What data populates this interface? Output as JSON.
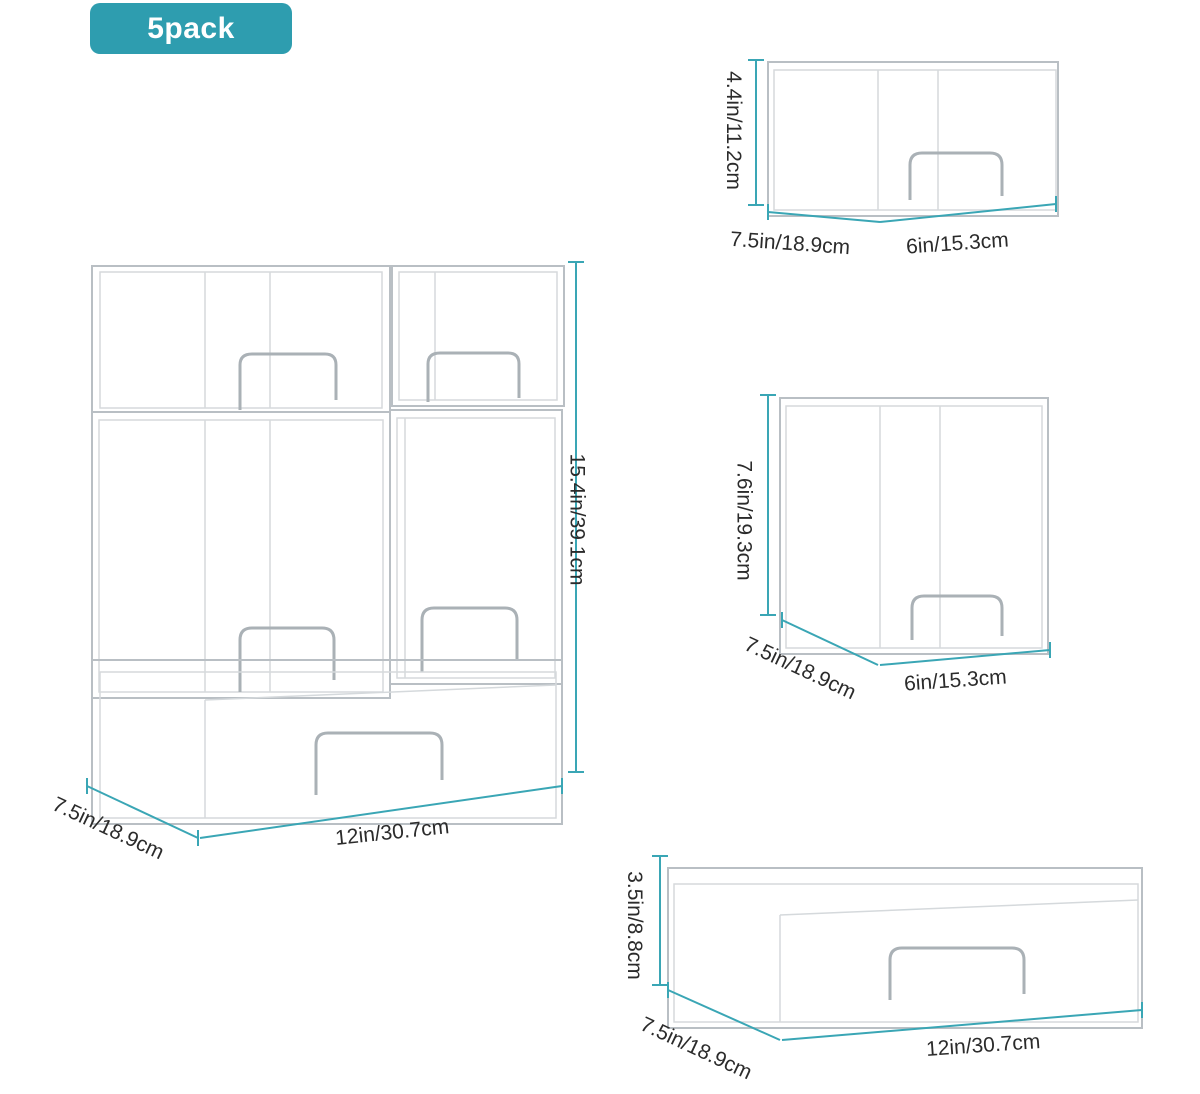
{
  "badge": {
    "label": "5pack"
  },
  "colors": {
    "accent": "#2e9daf",
    "measure": "#3aa6b5",
    "text": "#2b2b2b"
  },
  "stack": {
    "height": "15.4in/39.1cm",
    "depth": "7.5in/18.9cm",
    "width": "12in/30.7cm"
  },
  "small_drawer": {
    "height": "4.4in/11.2cm",
    "depth": "7.5in/18.9cm",
    "width": "6in/15.3cm"
  },
  "tall_drawer": {
    "height": "7.6in/19.3cm",
    "depth": "7.5in/18.9cm",
    "width": "6in/15.3cm"
  },
  "wide_drawer": {
    "height": "3.5in/8.8cm",
    "depth": "7.5in/18.9cm",
    "width": "12in/30.7cm"
  }
}
